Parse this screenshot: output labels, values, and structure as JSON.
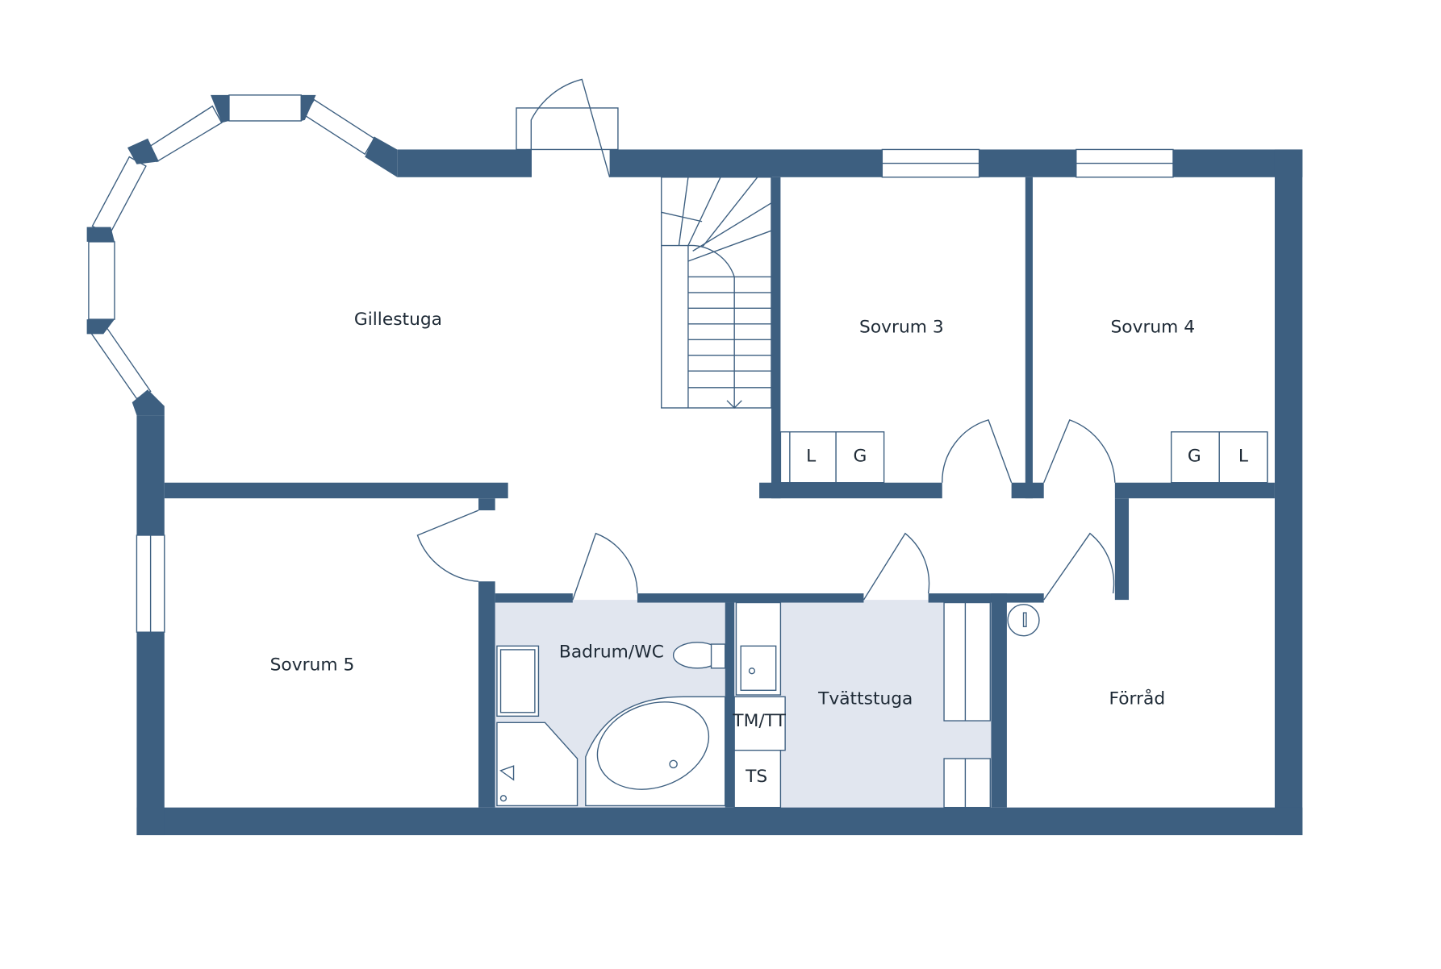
{
  "colors": {
    "wall": "#3d5f80",
    "wet_room": "#e1e6ef"
  },
  "rooms": {
    "gillestuga": "Gillestuga",
    "sovrum3": "Sovrum 3",
    "sovrum4": "Sovrum 4",
    "sovrum5": "Sovrum 5",
    "badrum": "Badrum/WC",
    "tvattstuga": "Tvättstuga",
    "forrad": "Förråd"
  },
  "fixtures": {
    "sov3_l": "L",
    "sov3_g": "G",
    "sov4_g": "G",
    "sov4_l": "L",
    "tm_tt": "TM/TT",
    "ts": "TS"
  }
}
